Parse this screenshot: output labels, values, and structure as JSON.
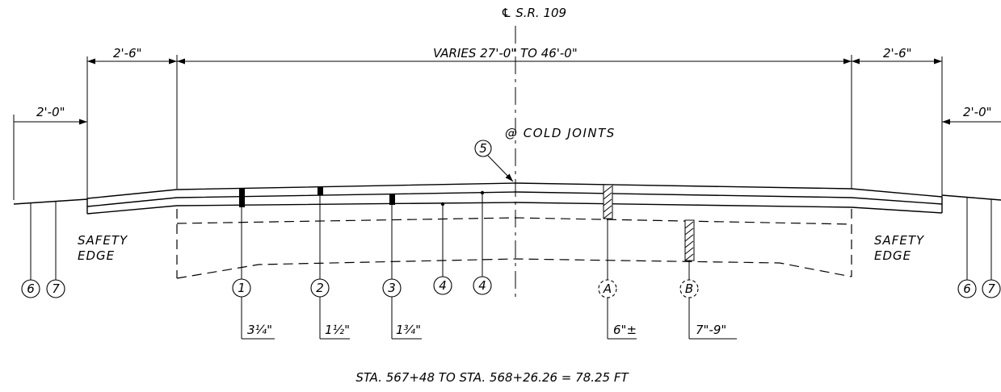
{
  "centerline_label": "℄ S.R. 109",
  "dimensions": {
    "left_outer": "2'-0\"",
    "left_shoulder": "2'-6\"",
    "main_width": "VARIES 27'-0\" TO 46'-0\"",
    "right_shoulder": "2'-6\"",
    "right_outer": "2'-0\""
  },
  "cold_joints_label": "@ COLD JOINTS",
  "callouts": {
    "c5": "5",
    "c6_left": "6",
    "c7_left": "7",
    "c6_right": "6",
    "c7_right": "7",
    "c1": "1",
    "c2": "2",
    "c3": "3",
    "c4a": "4",
    "c4b": "4",
    "cA": "A",
    "cB": "B"
  },
  "thickness_labels": {
    "t1": "3¼\"",
    "t2": "1½\"",
    "t3": "1¾\"",
    "tA": "6\"±",
    "tB": "7\"-9\""
  },
  "edge_labels": {
    "left_line1": "SAFETY",
    "left_line2": "EDGE",
    "right_line1": "SAFETY",
    "right_line2": "EDGE"
  },
  "station_text": "STA. 567+48 TO STA. 568+26.26  = 78.25 FT"
}
